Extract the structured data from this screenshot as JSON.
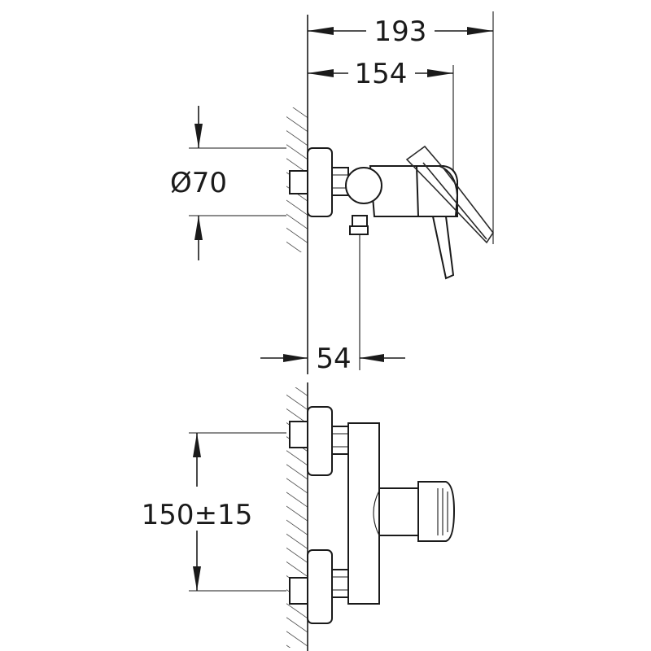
{
  "dimensions": {
    "overall_projection": "193",
    "body_projection": "154",
    "rosette_diameter": "Ø70",
    "outlet_offset": "54",
    "inlet_centers": "150±15"
  },
  "colors": {
    "line": "#1a1a1a",
    "background": "#ffffff"
  }
}
